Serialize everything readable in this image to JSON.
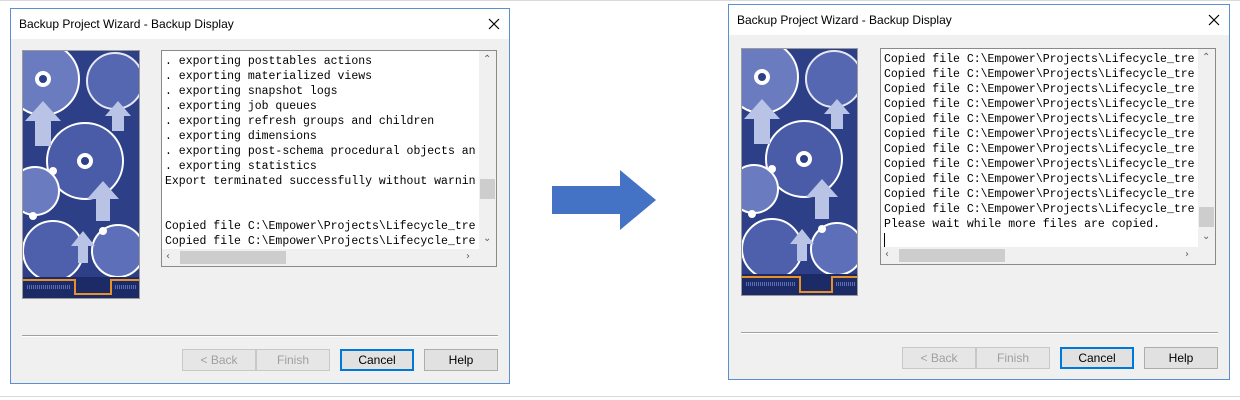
{
  "dialogs": [
    {
      "title": "Backup Project Wizard - Backup Display",
      "log_lines": [
        ". exporting posttables actions",
        ". exporting materialized views",
        ". exporting snapshot logs",
        ". exporting job queues",
        ". exporting refresh groups and children",
        ". exporting dimensions",
        ". exporting post-schema procedural objects an",
        ". exporting statistics",
        "Export terminated successfully without warnin",
        "",
        "",
        "Copied file C:\\Empower\\Projects\\Lifecycle_tre",
        "Copied file C:\\Empower\\Projects\\Lifecycle_tre"
      ],
      "buttons": {
        "back": "< Back",
        "finish": "Finish",
        "cancel": "Cancel",
        "help": "Help"
      }
    },
    {
      "title": "Backup Project Wizard - Backup Display",
      "log_lines": [
        "Copied file C:\\Empower\\Projects\\Lifecycle_tre",
        "Copied file C:\\Empower\\Projects\\Lifecycle_tre",
        "Copied file C:\\Empower\\Projects\\Lifecycle_tre",
        "Copied file C:\\Empower\\Projects\\Lifecycle_tre",
        "Copied file C:\\Empower\\Projects\\Lifecycle_tre",
        "Copied file C:\\Empower\\Projects\\Lifecycle_tre",
        "Copied file C:\\Empower\\Projects\\Lifecycle_tre",
        "Copied file C:\\Empower\\Projects\\Lifecycle_tre",
        "Copied file C:\\Empower\\Projects\\Lifecycle_tre",
        "Copied file C:\\Empower\\Projects\\Lifecycle_tre",
        "Copied file C:\\Empower\\Projects\\Lifecycle_tre",
        "Please wait while more files are copied.",
        ""
      ],
      "buttons": {
        "back": "< Back",
        "finish": "Finish",
        "cancel": "Cancel",
        "help": "Help"
      }
    }
  ],
  "icons": {
    "close": "close-icon",
    "scroll_up": "chevron-up-icon",
    "scroll_down": "chevron-down-icon",
    "scroll_left": "chevron-left-icon",
    "scroll_right": "chevron-right-icon",
    "transition_arrow": "arrow-right-icon"
  },
  "colors": {
    "accent": "#0078d7",
    "arrow": "#4472c4",
    "image_blue": "#2d3f87",
    "image_orange": "#e8902a"
  }
}
